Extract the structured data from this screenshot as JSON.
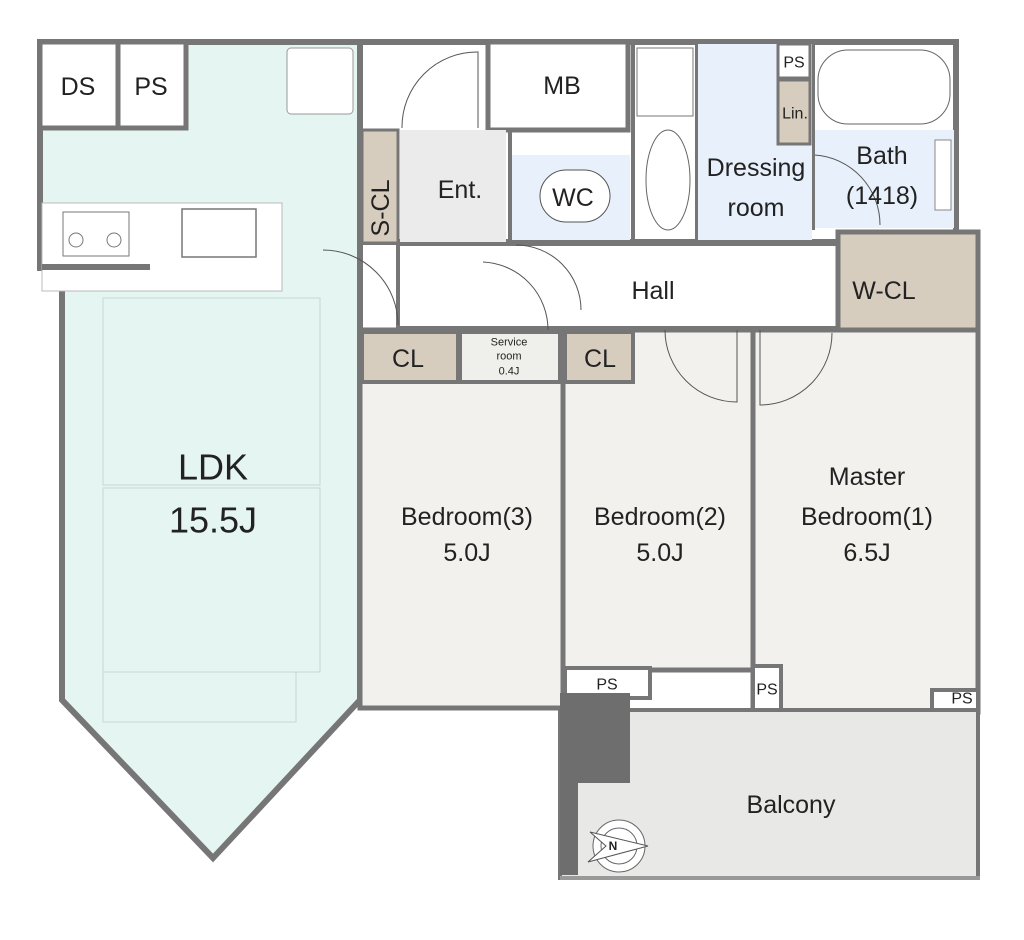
{
  "colors": {
    "wall": "#767676",
    "ldk": "#e5f5f1",
    "bedroom": "#f2f1ee",
    "closet": "#d6cdbf",
    "wet_area": "#e8f0fb",
    "entrance": "#ebebeb",
    "balcony": "#e8e8e7"
  },
  "rooms": {
    "ldk": {
      "name": "LDK",
      "size": "15.5J"
    },
    "ds": "DS",
    "ps_kitchen": "PS",
    "ent": "Ent.",
    "s_cl": "S-CL",
    "mb": "MB",
    "wc": "WC",
    "dressing": {
      "line1": "Dressing",
      "line2": "room"
    },
    "ps_top": "PS",
    "lin": "Lin.",
    "bath": {
      "line1": "Bath",
      "line2": "(1418)"
    },
    "hall": "Hall",
    "w_cl": "W-CL",
    "cl_1": "CL",
    "service": {
      "line1": "Service",
      "line2": "room",
      "line3": "0.4J"
    },
    "cl_2": "CL",
    "bedroom3": {
      "name": "Bedroom(3)",
      "size": "5.0J"
    },
    "bedroom2": {
      "name": "Bedroom(2)",
      "size": "5.0J"
    },
    "master": {
      "line1": "Master",
      "line2": "Bedroom(1)",
      "size": "6.5J"
    },
    "ps_b2": "PS",
    "ps_mid": "PS",
    "ps_right": "PS",
    "balcony": "Balcony"
  },
  "compass": {
    "label": "N"
  }
}
